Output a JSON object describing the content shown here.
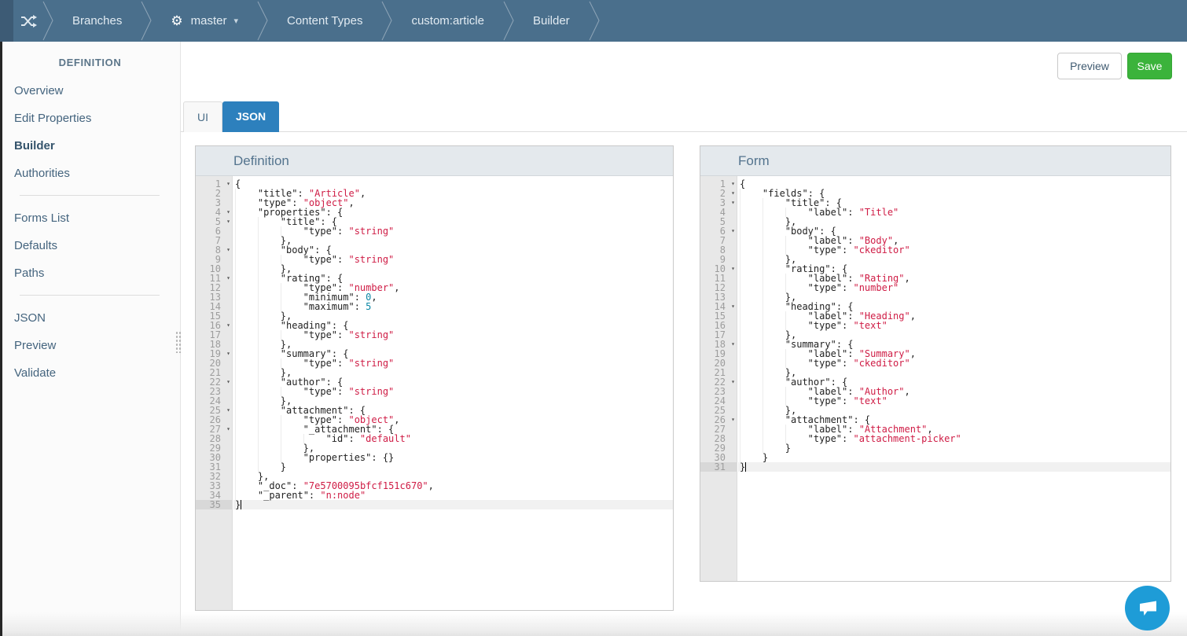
{
  "nav": {
    "crumbs": [
      {
        "label": "Branches"
      },
      {
        "label": "master",
        "icon": "gear",
        "dropdown": true
      },
      {
        "label": "Content Types"
      },
      {
        "label": "custom:article"
      },
      {
        "label": "Builder"
      }
    ]
  },
  "sidebar": {
    "title": "DEFINITION",
    "groups": [
      [
        "Overview",
        "Edit Properties",
        "Builder",
        "Authorities"
      ],
      [
        "Forms List",
        "Defaults",
        "Paths"
      ],
      [
        "JSON",
        "Preview",
        "Validate"
      ]
    ],
    "active": "Builder"
  },
  "toolbar": {
    "preview": "Preview",
    "save": "Save"
  },
  "tabs": [
    {
      "label": "UI",
      "active": false
    },
    {
      "label": "JSON",
      "active": true
    }
  ],
  "editors": [
    {
      "title": "Definition",
      "lines": [
        [
          1,
          0,
          "{"
        ],
        [
          0,
          1,
          "\"title\": \"Article\","
        ],
        [
          0,
          1,
          "\"type\": \"object\","
        ],
        [
          1,
          1,
          "\"properties\": {"
        ],
        [
          1,
          2,
          "\"title\": {"
        ],
        [
          0,
          3,
          "\"type\": \"string\""
        ],
        [
          0,
          2,
          "},"
        ],
        [
          1,
          2,
          "\"body\": {"
        ],
        [
          0,
          3,
          "\"type\": \"string\""
        ],
        [
          0,
          2,
          "},"
        ],
        [
          1,
          2,
          "\"rating\": {"
        ],
        [
          0,
          3,
          "\"type\": \"number\","
        ],
        [
          0,
          3,
          "\"minimum\": 0,"
        ],
        [
          0,
          3,
          "\"maximum\": 5"
        ],
        [
          0,
          2,
          "},"
        ],
        [
          1,
          2,
          "\"heading\": {"
        ],
        [
          0,
          3,
          "\"type\": \"string\""
        ],
        [
          0,
          2,
          "},"
        ],
        [
          1,
          2,
          "\"summary\": {"
        ],
        [
          0,
          3,
          "\"type\": \"string\""
        ],
        [
          0,
          2,
          "},"
        ],
        [
          1,
          2,
          "\"author\": {"
        ],
        [
          0,
          3,
          "\"type\": \"string\""
        ],
        [
          0,
          2,
          "},"
        ],
        [
          1,
          2,
          "\"attachment\": {"
        ],
        [
          0,
          3,
          "\"type\": \"object\","
        ],
        [
          1,
          3,
          "\"_attachment\": {"
        ],
        [
          0,
          4,
          "\"id\": \"default\""
        ],
        [
          0,
          3,
          "},"
        ],
        [
          0,
          3,
          "\"properties\": {}"
        ],
        [
          0,
          2,
          "}"
        ],
        [
          0,
          1,
          "},"
        ],
        [
          0,
          1,
          "\"_doc\": \"7e5700095bfcf151c670\","
        ],
        [
          0,
          1,
          "\"_parent\": \"n:node\""
        ],
        [
          0,
          0,
          "}",
          1
        ]
      ]
    },
    {
      "title": "Form",
      "lines": [
        [
          1,
          0,
          "{"
        ],
        [
          1,
          1,
          "\"fields\": {"
        ],
        [
          1,
          2,
          "\"title\": {"
        ],
        [
          0,
          3,
          "\"label\": \"Title\""
        ],
        [
          0,
          2,
          "},"
        ],
        [
          1,
          2,
          "\"body\": {"
        ],
        [
          0,
          3,
          "\"label\": \"Body\","
        ],
        [
          0,
          3,
          "\"type\": \"ckeditor\""
        ],
        [
          0,
          2,
          "},"
        ],
        [
          1,
          2,
          "\"rating\": {"
        ],
        [
          0,
          3,
          "\"label\": \"Rating\","
        ],
        [
          0,
          3,
          "\"type\": \"number\""
        ],
        [
          0,
          2,
          "},"
        ],
        [
          1,
          2,
          "\"heading\": {"
        ],
        [
          0,
          3,
          "\"label\": \"Heading\","
        ],
        [
          0,
          3,
          "\"type\": \"text\""
        ],
        [
          0,
          2,
          "},"
        ],
        [
          1,
          2,
          "\"summary\": {"
        ],
        [
          0,
          3,
          "\"label\": \"Summary\","
        ],
        [
          0,
          3,
          "\"type\": \"ckeditor\""
        ],
        [
          0,
          2,
          "},"
        ],
        [
          1,
          2,
          "\"author\": {"
        ],
        [
          0,
          3,
          "\"label\": \"Author\","
        ],
        [
          0,
          3,
          "\"type\": \"text\""
        ],
        [
          0,
          2,
          "},"
        ],
        [
          1,
          2,
          "\"attachment\": {"
        ],
        [
          0,
          3,
          "\"label\": \"Attachment\","
        ],
        [
          0,
          3,
          "\"type\": \"attachment-picker\""
        ],
        [
          0,
          2,
          "}"
        ],
        [
          0,
          1,
          "}"
        ],
        [
          0,
          0,
          "}",
          1
        ]
      ]
    }
  ],
  "colors": {
    "nav_bg": "#4a6f8c",
    "tab_active": "#2d80bd",
    "save_green": "#3bb33b",
    "string_token": "#cf1c45",
    "number_token": "#0b87a5",
    "chat_bubble": "#1e9cd7"
  }
}
